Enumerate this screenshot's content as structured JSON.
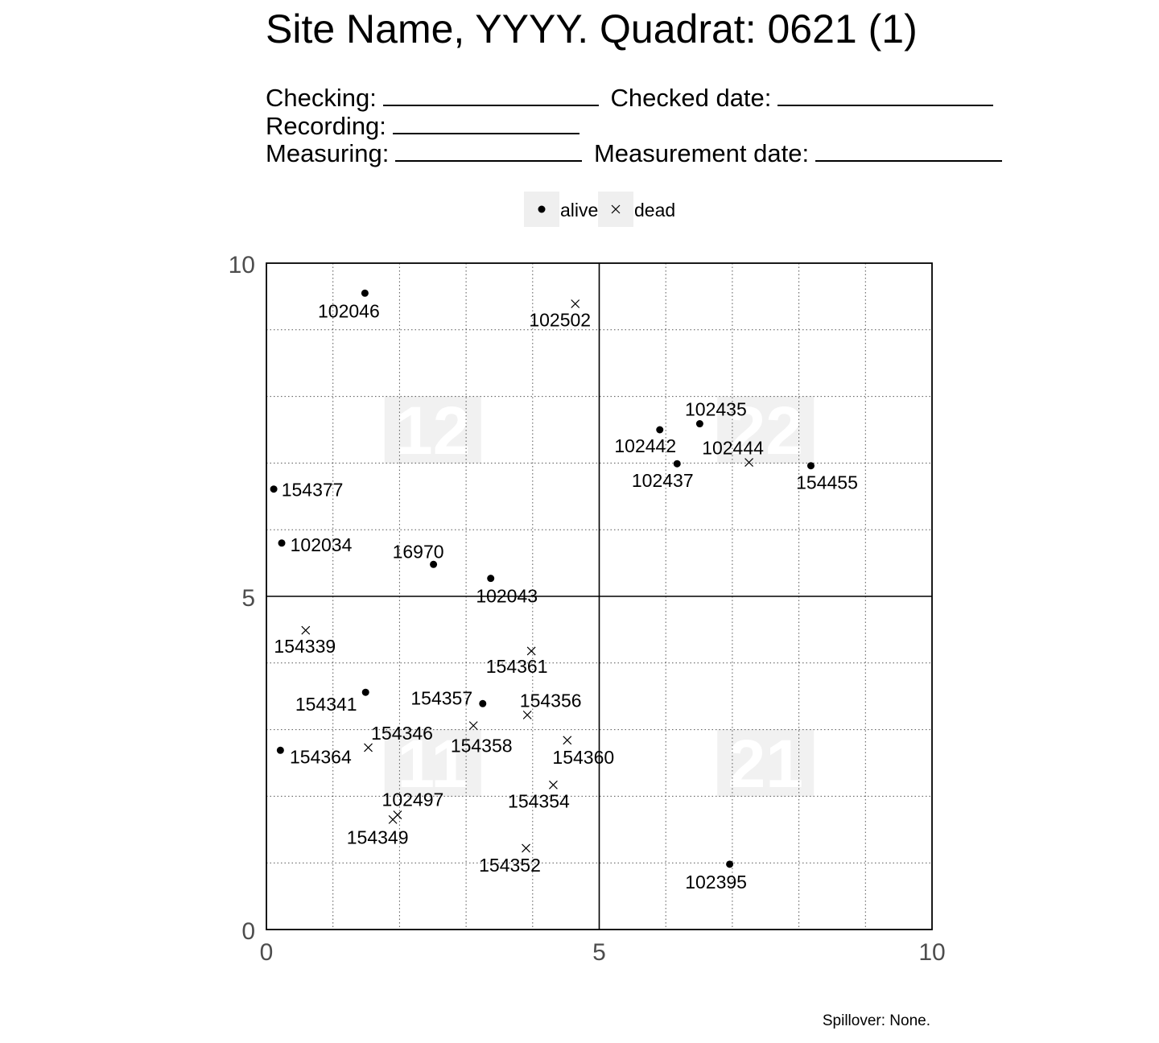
{
  "title": "Site Name, YYYY. Quadrat: 0621 (1)",
  "form": {
    "checking_label": "Checking:",
    "checked_date_label": "Checked date:",
    "recording_label": "Recording:",
    "measuring_label": "Measuring:",
    "measurement_date_label": "Measurement date:"
  },
  "legend": {
    "alive": "alive",
    "dead": "dead"
  },
  "footnote": "Spillover: None.",
  "chart_data": {
    "type": "scatter",
    "title": "Site Name, YYYY. Quadrat: 0621 (1)",
    "xlabel": "",
    "ylabel": "",
    "xlim": [
      0,
      10
    ],
    "ylim": [
      0,
      10
    ],
    "xticks": [
      "0",
      "5",
      "10"
    ],
    "yticks": [
      "0",
      "5",
      "10"
    ],
    "grid": true,
    "legend_position": "top-center",
    "subquadrats": [
      {
        "label": "11",
        "x": 2.5,
        "y": 2.5
      },
      {
        "label": "12",
        "x": 2.5,
        "y": 7.5
      },
      {
        "label": "21",
        "x": 7.5,
        "y": 2.5
      },
      {
        "label": "22",
        "x": 7.5,
        "y": 7.5
      }
    ],
    "series": [
      {
        "name": "alive",
        "marker": "dot",
        "points": [
          {
            "id": "102046",
            "x": 1.48,
            "y": 9.55
          },
          {
            "id": "102442",
            "x": 5.91,
            "y": 7.5
          },
          {
            "id": "102435",
            "x": 6.51,
            "y": 7.59
          },
          {
            "id": "102437",
            "x": 6.17,
            "y": 6.99
          },
          {
            "id": "154455",
            "x": 8.18,
            "y": 6.96
          },
          {
            "id": "154377",
            "x": 0.11,
            "y": 6.61
          },
          {
            "id": "102034",
            "x": 0.23,
            "y": 5.8
          },
          {
            "id": "16970",
            "x": 2.51,
            "y": 5.48
          },
          {
            "id": "102043",
            "x": 3.37,
            "y": 5.27
          },
          {
            "id": "154341",
            "x": 1.49,
            "y": 3.56
          },
          {
            "id": "154357",
            "x": 3.25,
            "y": 3.39
          },
          {
            "id": "154364",
            "x": 0.21,
            "y": 2.69
          },
          {
            "id": "102395",
            "x": 6.96,
            "y": 0.98
          }
        ]
      },
      {
        "name": "dead",
        "marker": "x",
        "points": [
          {
            "id": "102502",
            "x": 4.64,
            "y": 9.39
          },
          {
            "id": "102444",
            "x": 7.25,
            "y": 7.01
          },
          {
            "id": "154339",
            "x": 0.59,
            "y": 4.49
          },
          {
            "id": "154361",
            "x": 3.98,
            "y": 4.18
          },
          {
            "id": "154356",
            "x": 3.92,
            "y": 3.22
          },
          {
            "id": "154358",
            "x": 3.11,
            "y": 3.06
          },
          {
            "id": "154346",
            "x": 1.53,
            "y": 2.73
          },
          {
            "id": "154360",
            "x": 4.52,
            "y": 2.84
          },
          {
            "id": "154354",
            "x": 4.31,
            "y": 2.17
          },
          {
            "id": "102497",
            "x": 1.97,
            "y": 1.72
          },
          {
            "id": "154349",
            "x": 1.9,
            "y": 1.65
          },
          {
            "id": "154352",
            "x": 3.9,
            "y": 1.22
          }
        ]
      }
    ]
  }
}
